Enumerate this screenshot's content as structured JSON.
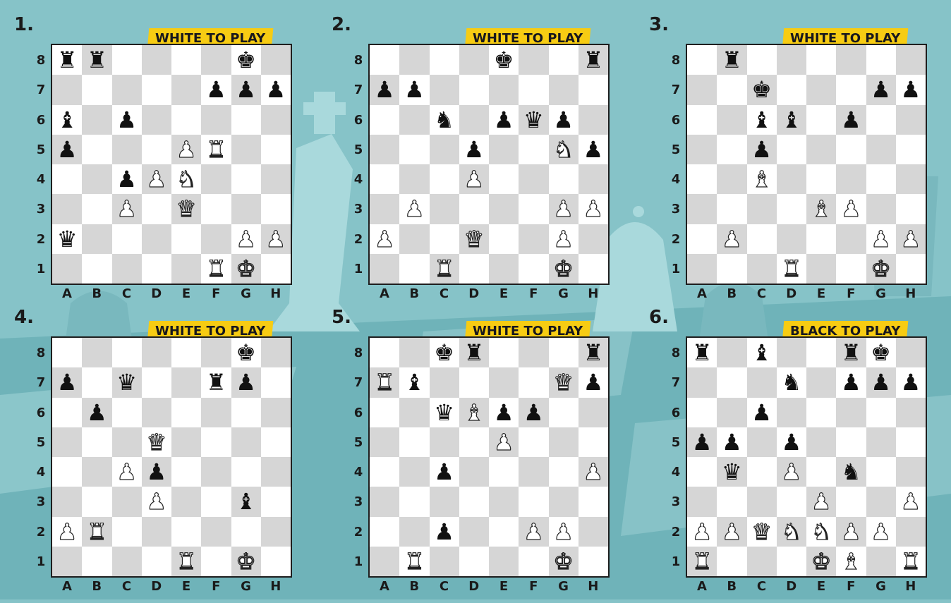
{
  "files": [
    "A",
    "B",
    "C",
    "D",
    "E",
    "F",
    "G",
    "H"
  ],
  "ranks": [
    "8",
    "7",
    "6",
    "5",
    "4",
    "3",
    "2",
    "1"
  ],
  "puzzles": [
    {
      "number": "1.",
      "turn": "WHITE TO PLAY",
      "pieces": [
        {
          "sq": "a8",
          "p": "bR"
        },
        {
          "sq": "b8",
          "p": "bR"
        },
        {
          "sq": "g8",
          "p": "bK"
        },
        {
          "sq": "f7",
          "p": "bP"
        },
        {
          "sq": "g7",
          "p": "bP"
        },
        {
          "sq": "h7",
          "p": "bP"
        },
        {
          "sq": "a6",
          "p": "bB"
        },
        {
          "sq": "c6",
          "p": "bP"
        },
        {
          "sq": "a5",
          "p": "bP"
        },
        {
          "sq": "e5",
          "p": "wP"
        },
        {
          "sq": "f5",
          "p": "wR"
        },
        {
          "sq": "c4",
          "p": "bP"
        },
        {
          "sq": "d4",
          "p": "wP"
        },
        {
          "sq": "e4",
          "p": "wN"
        },
        {
          "sq": "c3",
          "p": "wP"
        },
        {
          "sq": "e3",
          "p": "wQ"
        },
        {
          "sq": "a2",
          "p": "bQ"
        },
        {
          "sq": "g2",
          "p": "wP"
        },
        {
          "sq": "h2",
          "p": "wP"
        },
        {
          "sq": "f1",
          "p": "wR"
        },
        {
          "sq": "g1",
          "p": "wK"
        }
      ]
    },
    {
      "number": "2.",
      "turn": "WHITE TO PLAY",
      "pieces": [
        {
          "sq": "e8",
          "p": "bK"
        },
        {
          "sq": "h8",
          "p": "bR"
        },
        {
          "sq": "a7",
          "p": "bP"
        },
        {
          "sq": "b7",
          "p": "bP"
        },
        {
          "sq": "c6",
          "p": "bN"
        },
        {
          "sq": "e6",
          "p": "bP"
        },
        {
          "sq": "f6",
          "p": "bQ"
        },
        {
          "sq": "g6",
          "p": "bP"
        },
        {
          "sq": "d5",
          "p": "bP"
        },
        {
          "sq": "g5",
          "p": "wN"
        },
        {
          "sq": "h5",
          "p": "bP"
        },
        {
          "sq": "d4",
          "p": "wP"
        },
        {
          "sq": "b3",
          "p": "wP"
        },
        {
          "sq": "g3",
          "p": "wP"
        },
        {
          "sq": "h3",
          "p": "wP"
        },
        {
          "sq": "a2",
          "p": "wP"
        },
        {
          "sq": "d2",
          "p": "wQ"
        },
        {
          "sq": "g2",
          "p": "wP"
        },
        {
          "sq": "c1",
          "p": "wR"
        },
        {
          "sq": "g1",
          "p": "wK"
        }
      ]
    },
    {
      "number": "3.",
      "turn": "WHITE TO PLAY",
      "pieces": [
        {
          "sq": "b8",
          "p": "bR"
        },
        {
          "sq": "c7",
          "p": "bK"
        },
        {
          "sq": "g7",
          "p": "bP"
        },
        {
          "sq": "h7",
          "p": "bP"
        },
        {
          "sq": "c6",
          "p": "bB"
        },
        {
          "sq": "d6",
          "p": "bB"
        },
        {
          "sq": "f6",
          "p": "bP"
        },
        {
          "sq": "c5",
          "p": "bP"
        },
        {
          "sq": "c4",
          "p": "wB"
        },
        {
          "sq": "e3",
          "p": "wB"
        },
        {
          "sq": "f3",
          "p": "wP"
        },
        {
          "sq": "b2",
          "p": "wP"
        },
        {
          "sq": "g2",
          "p": "wP"
        },
        {
          "sq": "h2",
          "p": "wP"
        },
        {
          "sq": "d1",
          "p": "wR"
        },
        {
          "sq": "g1",
          "p": "wK"
        }
      ]
    },
    {
      "number": "4.",
      "turn": "WHITE TO PLAY",
      "pieces": [
        {
          "sq": "g8",
          "p": "bK"
        },
        {
          "sq": "a7",
          "p": "bP"
        },
        {
          "sq": "c7",
          "p": "bQ"
        },
        {
          "sq": "f7",
          "p": "bR"
        },
        {
          "sq": "g7",
          "p": "bP"
        },
        {
          "sq": "b6",
          "p": "bP"
        },
        {
          "sq": "d5",
          "p": "wQ"
        },
        {
          "sq": "c4",
          "p": "wP"
        },
        {
          "sq": "d4",
          "p": "bP"
        },
        {
          "sq": "d3",
          "p": "wP"
        },
        {
          "sq": "g3",
          "p": "bB"
        },
        {
          "sq": "a2",
          "p": "wP"
        },
        {
          "sq": "b2",
          "p": "wR"
        },
        {
          "sq": "e1",
          "p": "wR"
        },
        {
          "sq": "g1",
          "p": "wK"
        }
      ]
    },
    {
      "number": "5.",
      "turn": "WHITE TO PLAY",
      "pieces": [
        {
          "sq": "c8",
          "p": "bK"
        },
        {
          "sq": "d8",
          "p": "bR"
        },
        {
          "sq": "h8",
          "p": "bR"
        },
        {
          "sq": "a7",
          "p": "wR"
        },
        {
          "sq": "b7",
          "p": "bB"
        },
        {
          "sq": "g7",
          "p": "wQ"
        },
        {
          "sq": "h7",
          "p": "bP"
        },
        {
          "sq": "c6",
          "p": "bQ"
        },
        {
          "sq": "d6",
          "p": "wB"
        },
        {
          "sq": "e6",
          "p": "bP"
        },
        {
          "sq": "f6",
          "p": "bP"
        },
        {
          "sq": "e5",
          "p": "wP"
        },
        {
          "sq": "c4",
          "p": "bP"
        },
        {
          "sq": "h4",
          "p": "wP"
        },
        {
          "sq": "c2",
          "p": "bP"
        },
        {
          "sq": "f2",
          "p": "wP"
        },
        {
          "sq": "g2",
          "p": "wP"
        },
        {
          "sq": "b1",
          "p": "wR"
        },
        {
          "sq": "g1",
          "p": "wK"
        }
      ]
    },
    {
      "number": "6.",
      "turn": "BLACK TO PLAY",
      "pieces": [
        {
          "sq": "a8",
          "p": "bR"
        },
        {
          "sq": "c8",
          "p": "bB"
        },
        {
          "sq": "f8",
          "p": "bR"
        },
        {
          "sq": "g8",
          "p": "bK"
        },
        {
          "sq": "d7",
          "p": "bN"
        },
        {
          "sq": "f7",
          "p": "bP"
        },
        {
          "sq": "g7",
          "p": "bP"
        },
        {
          "sq": "h7",
          "p": "bP"
        },
        {
          "sq": "c6",
          "p": "bP"
        },
        {
          "sq": "a5",
          "p": "bP"
        },
        {
          "sq": "b5",
          "p": "bP"
        },
        {
          "sq": "d5",
          "p": "bP"
        },
        {
          "sq": "b4",
          "p": "bQ"
        },
        {
          "sq": "d4",
          "p": "wP"
        },
        {
          "sq": "f4",
          "p": "bN"
        },
        {
          "sq": "e3",
          "p": "wP"
        },
        {
          "sq": "h3",
          "p": "wP"
        },
        {
          "sq": "a2",
          "p": "wP"
        },
        {
          "sq": "b2",
          "p": "wP"
        },
        {
          "sq": "c2",
          "p": "wQ"
        },
        {
          "sq": "d2",
          "p": "wN"
        },
        {
          "sq": "e2",
          "p": "wN"
        },
        {
          "sq": "f2",
          "p": "wP"
        },
        {
          "sq": "g2",
          "p": "wP"
        },
        {
          "sq": "a1",
          "p": "wR"
        },
        {
          "sq": "e1",
          "p": "wK"
        },
        {
          "sq": "f1",
          "p": "wB"
        },
        {
          "sq": "h1",
          "p": "wR"
        }
      ]
    }
  ]
}
